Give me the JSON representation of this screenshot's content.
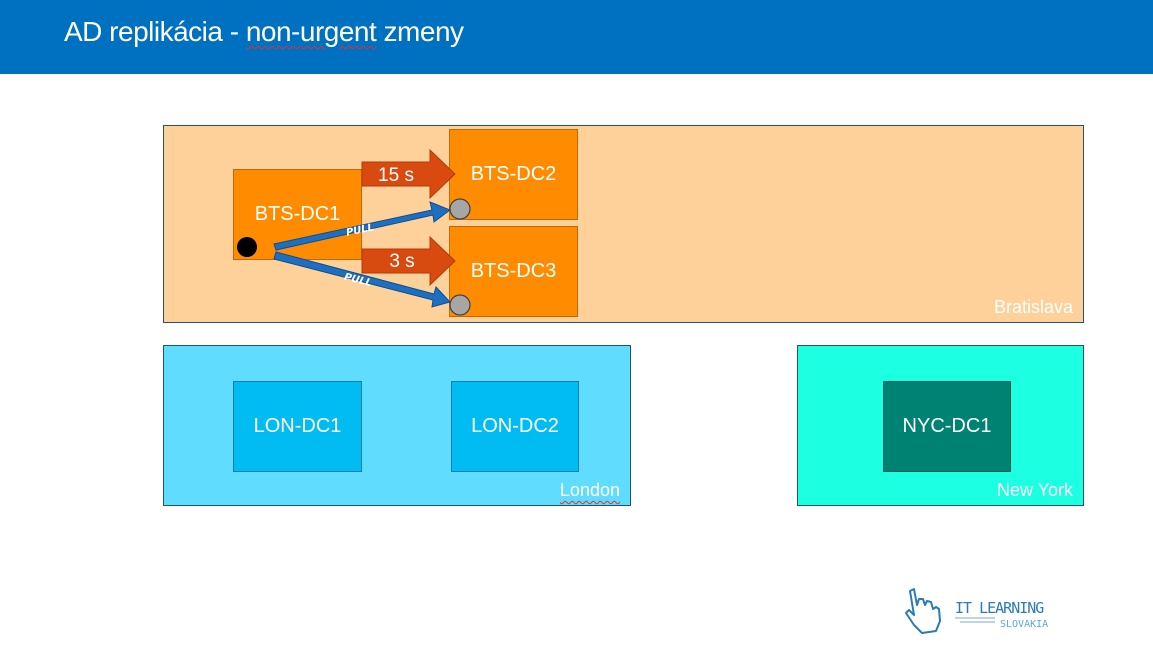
{
  "header": {
    "title_prefix": "AD replikácia - ",
    "title_underlined": "non-urgent",
    "title_suffix": " zmeny",
    "bg_color": "#0070c0"
  },
  "sites": {
    "bratislava": {
      "label": "Bratislava",
      "color": "#ffd19a"
    },
    "london": {
      "label": "London",
      "color": "#5fdcff"
    },
    "new_york": {
      "label": "New York",
      "color": "#1cffe0"
    }
  },
  "domain_controllers": {
    "bts_dc1": "BTS-DC1",
    "bts_dc2": "BTS-DC2",
    "bts_dc3": "BTS-DC3",
    "lon_dc1": "LON-DC1",
    "lon_dc2": "LON-DC2",
    "nyc_dc1": "NYC-DC1"
  },
  "arrows": {
    "notify_dc2": "15 s",
    "notify_dc3": "3 s",
    "pull_dc2": "PULL",
    "pull_dc3": "PULL",
    "notify_color": "#d84a0f",
    "pull_color": "#1f6fc0"
  },
  "logo": {
    "line1": "IT LEARNING",
    "line2": "SLOVAKIA"
  }
}
